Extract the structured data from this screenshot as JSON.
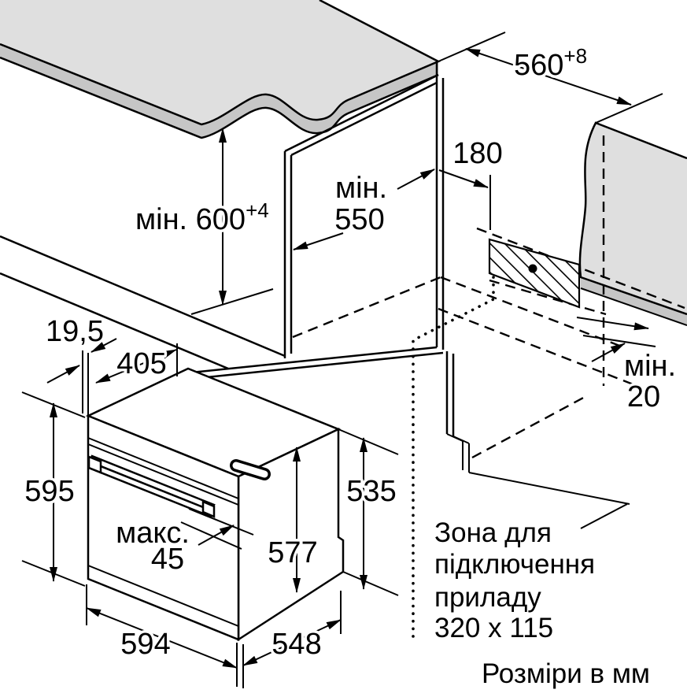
{
  "diagram": {
    "title": "oven-installation-dimensions",
    "units_note": "Розміри в мм",
    "zone_note": {
      "line1": "Зона для",
      "line2": "підключення",
      "line3": "приладу",
      "line4": "320 x 115"
    },
    "dims": {
      "niche_width": {
        "text": "560",
        "tol": "+8"
      },
      "niche_height": {
        "text": "мін. 600",
        "tol": "+4"
      },
      "niche_depth": {
        "line1": "мін.",
        "line2": "550"
      },
      "socket_offset": {
        "text": "180"
      },
      "rear_gap": {
        "line1": "мін.",
        "line2": "20"
      },
      "front_overhang": {
        "text": "19,5"
      },
      "top_depth": {
        "text": "405"
      },
      "oven_height": {
        "text": "595"
      },
      "rear_height": {
        "text": "535"
      },
      "body_height": {
        "text": "577"
      },
      "door_max": {
        "line1": "макс.",
        "line2": "45"
      },
      "oven_width": {
        "text": "594"
      },
      "oven_depth": {
        "text": "548"
      }
    },
    "colors": {
      "line": "#000000",
      "surface": "#dfdfdf",
      "edge_band": "#c6c6c6",
      "background": "#ffffff"
    }
  }
}
